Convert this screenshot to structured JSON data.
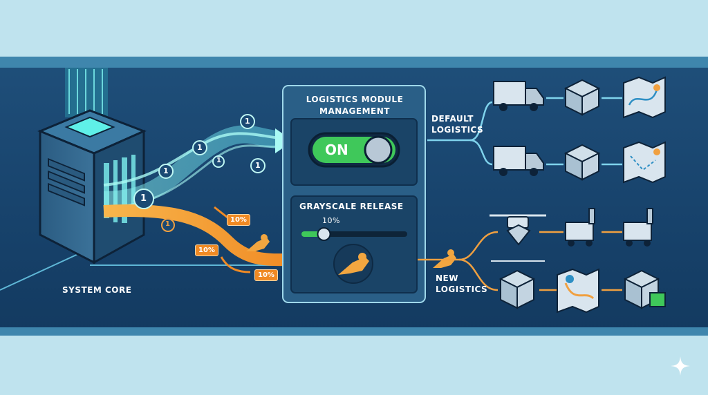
{
  "diagram": {
    "module_panel": {
      "title": "LOGISTICS MODULE MANAGEMENT",
      "toggle_label": "ON"
    },
    "grayscale_panel": {
      "title": "GRAYSCALE RELEASE",
      "slider_value": "10%",
      "slider_fraction": 0.1
    },
    "system_core_label": "SYSTEM CORE",
    "default_logistics_label": "DEFAULT LOGISTICS",
    "new_logistics_label": "NEW LOGISTICS",
    "traffic_badges": [
      "10%",
      "10%",
      "10%"
    ],
    "flow_markers": [
      "1",
      "1",
      "1",
      "1",
      "1",
      "1",
      "1"
    ],
    "colors": {
      "background": "#1b4a74",
      "default_flow": "#6fe3e6",
      "canary_flow": "#f0a040",
      "toggle_on": "#3fc85a"
    },
    "icons": [
      "server-icon",
      "truck-icon",
      "package-icon",
      "map-icon",
      "drone-icon",
      "robot-cart-icon",
      "bird-icon",
      "sparkle-icon"
    ]
  }
}
